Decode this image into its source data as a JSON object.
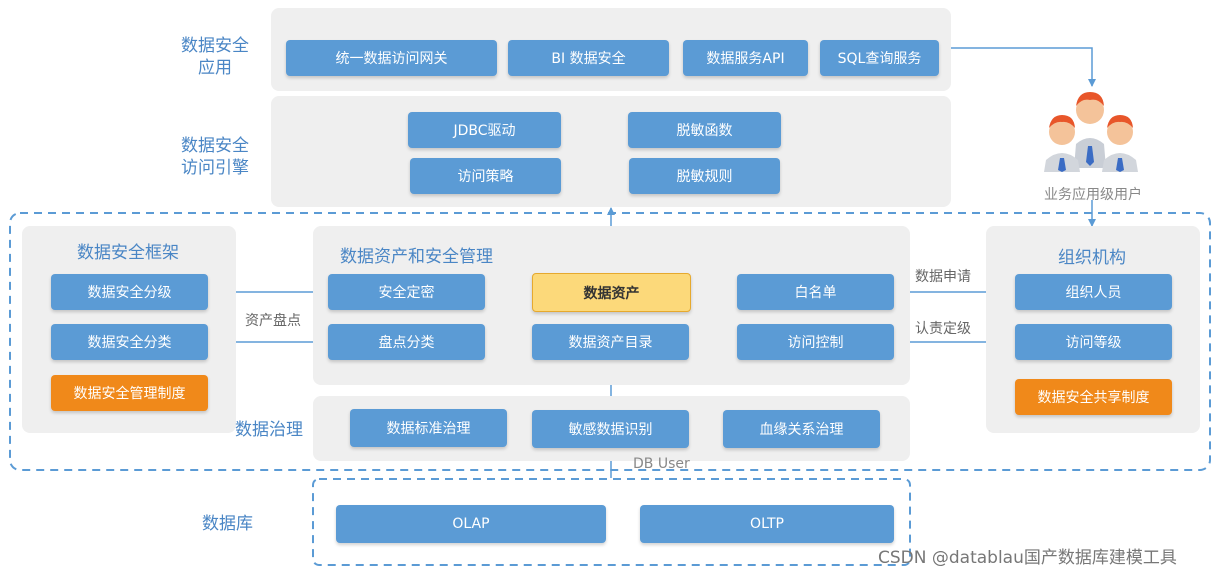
{
  "layers": {
    "app_label": "数据安全\n应用",
    "engine_label": "数据安全\n访问引擎",
    "governance_label": "数据治理",
    "db_label": "数据库"
  },
  "app": [
    "统一数据访问网关",
    "BI 数据安全",
    "数据服务API",
    "SQL查询服务"
  ],
  "engine": {
    "jdbc": "JDBC驱动",
    "mask_fn": "脱敏函数",
    "policy": "访问策略",
    "mask_rule": "脱敏规则"
  },
  "framework": {
    "title": "数据安全框架",
    "grading": "数据安全分级",
    "classify": "数据安全分类",
    "policy": "数据安全管理制度"
  },
  "asset_mgmt": {
    "title": "数据资产和安全管理",
    "security_level": "安全定密",
    "inventory": "盘点分类",
    "asset": "数据资产",
    "catalog": "数据资产目录",
    "whitelist": "白名单",
    "access_control": "访问控制"
  },
  "org": {
    "title": "组织机构",
    "people": "组织人员",
    "access_level": "访问等级",
    "share_policy": "数据安全共享制度"
  },
  "governance": {
    "standard": "数据标准治理",
    "sensitive": "敏感数据识别",
    "lineage": "血缘关系治理"
  },
  "database": {
    "olap": "OLAP",
    "oltp": "OLTP"
  },
  "annotations": {
    "inventory": "资产盘点",
    "request": "数据申请",
    "accountability": "认责定级",
    "db_user": "DB User",
    "biz_users": "业务应用级用户"
  },
  "watermark": "CSDN @datablau国产数据库建模工具",
  "colors": {
    "box": "#5b9bd5",
    "orange": "#f0891a",
    "highlight": "#fcd97a",
    "label": "#4a86c5",
    "panel": "#efefef",
    "dashed": "#5b9bd5"
  }
}
